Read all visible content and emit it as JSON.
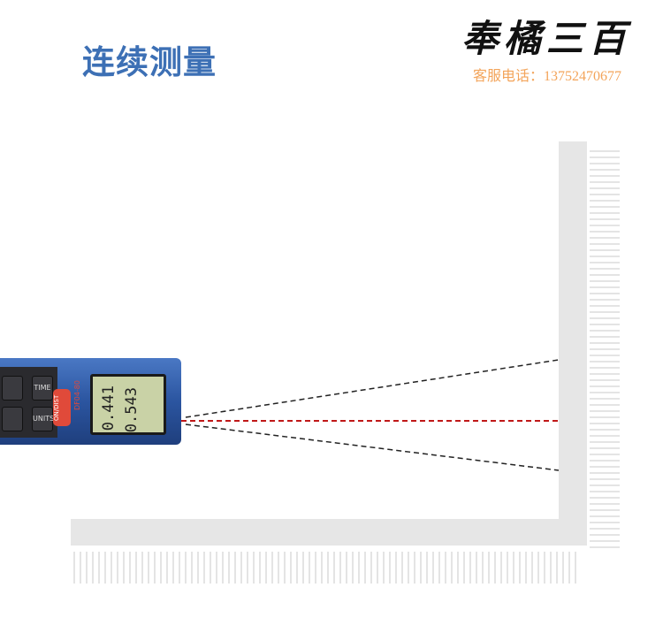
{
  "title": "连续测量",
  "brand": {
    "name": "奉橘三百",
    "phone": "客服电话：13752470677"
  },
  "device": {
    "power_button": "ON/DIST",
    "model": "DF04-80",
    "reading_1": "0.543",
    "reading_2": "0.441",
    "keys": [
      "TIME",
      "UNITS"
    ]
  },
  "colors": {
    "title": "#3d70b5",
    "phone": "#f3a45a",
    "laser": "#e02020"
  }
}
